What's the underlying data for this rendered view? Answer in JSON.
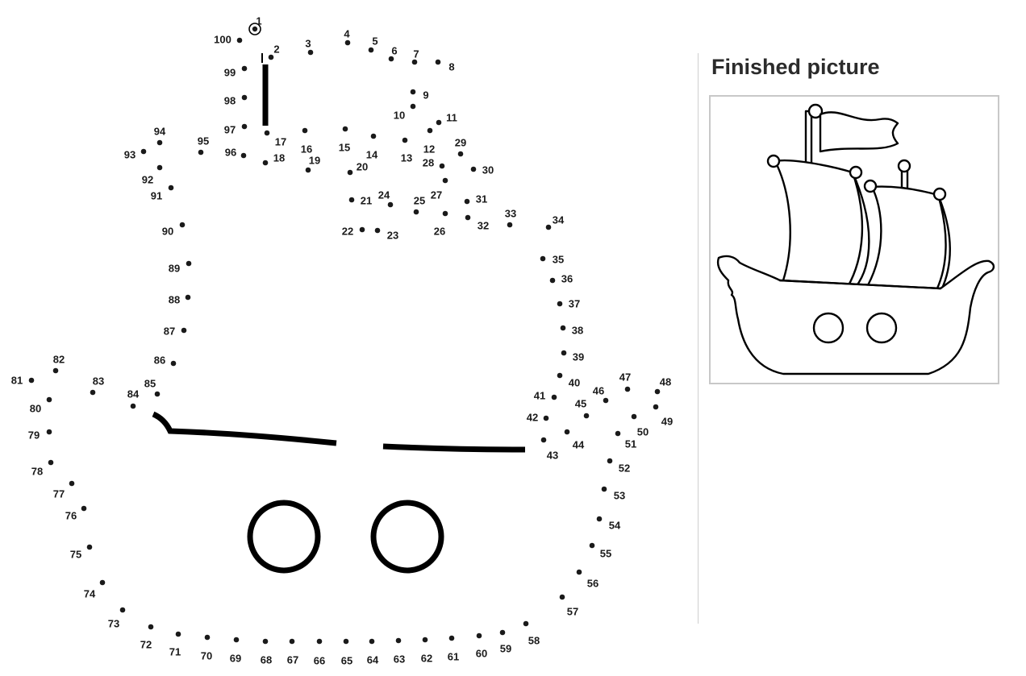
{
  "finished_title": "Finished picture",
  "start_dot_label": "1",
  "dot_labels": [
    "1",
    "2",
    "3",
    "4",
    "5",
    "6",
    "7",
    "8",
    "9",
    "10",
    "11",
    "12",
    "13",
    "14",
    "15",
    "16",
    "17",
    "18",
    "19",
    "20",
    "21",
    "22",
    "23",
    "24",
    "25",
    "26",
    "27",
    "28",
    "29",
    "30",
    "31",
    "32",
    "33",
    "34",
    "35",
    "36",
    "37",
    "38",
    "39",
    "40",
    "41",
    "42",
    "43",
    "44",
    "45",
    "46",
    "47",
    "48",
    "49",
    "50",
    "51",
    "52",
    "53",
    "54",
    "55",
    "56",
    "57",
    "58",
    "59",
    "60",
    "61",
    "62",
    "63",
    "64",
    "65",
    "66",
    "67",
    "68",
    "69",
    "70",
    "71",
    "72",
    "73",
    "74",
    "75",
    "76",
    "77",
    "78",
    "79",
    "80",
    "81",
    "82",
    "83",
    "84",
    "85",
    "86",
    "87",
    "88",
    "89",
    "90",
    "91",
    "92",
    "93",
    "94",
    "95",
    "96",
    "97",
    "98",
    "99",
    "100"
  ],
  "colors": {
    "ink": "#1a1a1a",
    "frame_border": "#c8c8c8",
    "divider": "#cfcfcf",
    "title": "#2b2b2b"
  }
}
